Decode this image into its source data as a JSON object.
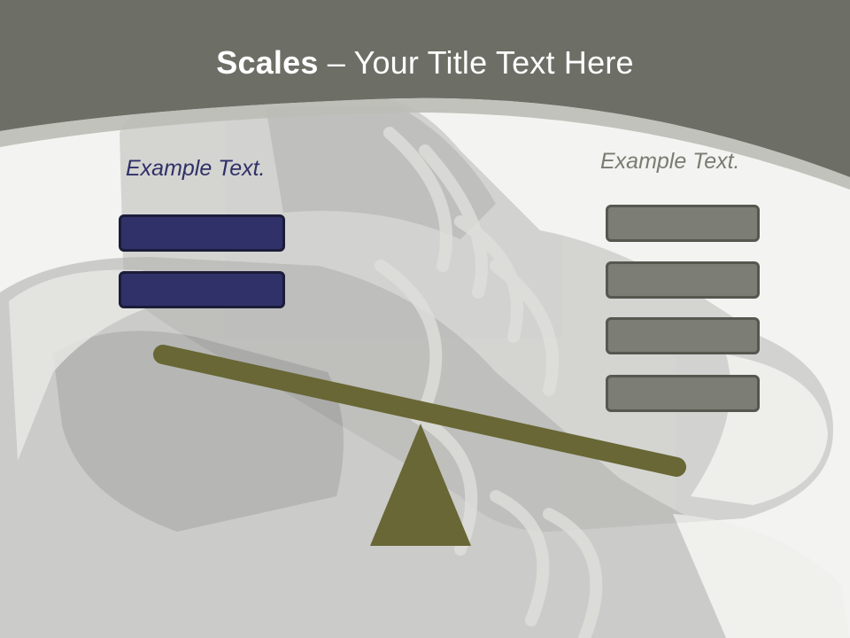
{
  "title": {
    "bold": "Scales",
    "rest": " – Your Title Text Here"
  },
  "left_group": {
    "label": "Example Text.",
    "item_count": 2
  },
  "right_group": {
    "label": "Example Text.",
    "item_count": 4
  },
  "colors": {
    "header": "#6d6e66",
    "left_box": "#2f3168",
    "right_box": "#7c7d74",
    "beam": "#686735",
    "fulcrum": "#686735"
  },
  "background": "photo-of-black-canvas-sneakers"
}
